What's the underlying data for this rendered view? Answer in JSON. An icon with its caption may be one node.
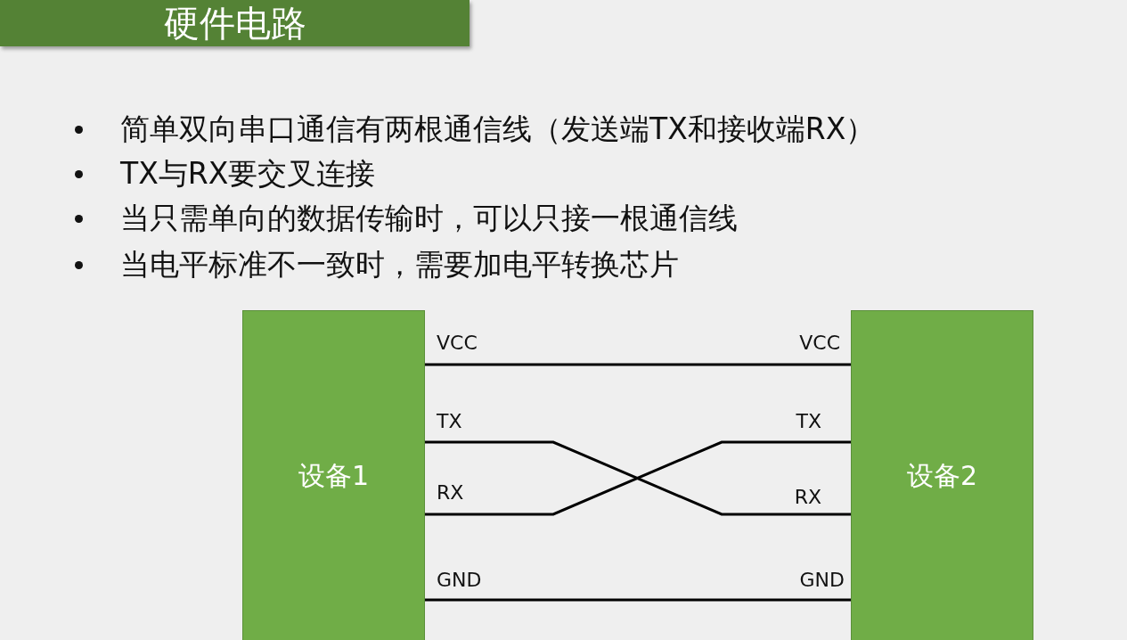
{
  "diagram": {
    "title": "硬件电路",
    "nodes": [
      {
        "text": [
          "设备1"
        ]
      },
      {
        "text": [
          "设备2"
        ]
      }
    ],
    "edges": [
      {
        "from": 0,
        "to": 1,
        "arrow": "none"
      },
      {
        "from": 0,
        "to": 1,
        "arrow": "none"
      },
      {
        "from": 0,
        "to": 1,
        "arrow": "none"
      },
      {
        "from": 0,
        "to": 1,
        "arrow": "none"
      }
    ],
    "labels": [
      "简单双向串口通信有两根通信线（发送端TX和接收端RX）",
      "TX与RX要交叉连接",
      "当只需单向的数据传输时，可以只接一根通信线",
      "当电平标准不一致时，需要加电平转换芯片",
      "VCC",
      "VCC",
      "TX",
      "TX",
      "RX",
      "RX",
      "GND",
      "GND"
    ]
  }
}
